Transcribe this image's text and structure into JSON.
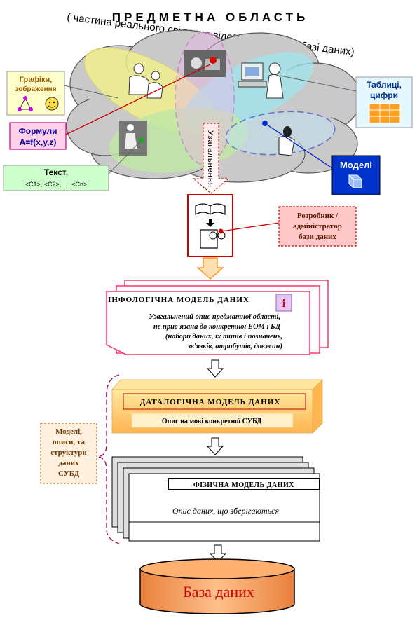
{
  "domain_title": "ПРЕДМЕТНА   ОБЛАСТЬ",
  "domain_subtitle": "( частина реального світу, що відображається в базі даних)",
  "side_labels": {
    "graphics": [
      "Графіки,",
      "зображення"
    ],
    "formulas": [
      "Формули",
      "A=f(x,y,z)"
    ],
    "text": [
      "Текст,",
      "<C1>, <C2>,... , <Cn>"
    ],
    "tables": [
      "Таблиці,",
      "цифри"
    ],
    "models": "Моделі"
  },
  "generalization": "Узагальнення",
  "developer": [
    "Розробник  /",
    "адміністратор",
    "бази даних"
  ],
  "infological": {
    "title": "ІНФОЛОГІЧНА   МОДЕЛЬ   ДАНИХ",
    "badge": "і",
    "lines": [
      "Узагальнений опис предматної області,",
      "не прив'язана до конкретної ЕОМ і БД",
      "(набори даних, їх типів і позначень,",
      "зв'язків, атрибутів, довжин)"
    ]
  },
  "datalogical": {
    "title": "ДАТАЛОГІЧНА  МОДЕЛЬ  ДАНИХ",
    "desc": "Опис на мові конкретної  СУБД"
  },
  "dbms_note": [
    "Моделі,",
    "описи, та",
    "структури",
    "даних",
    "СУБД"
  ],
  "physical": {
    "title": "ФІЗИЧНА   МОДЕЛЬ   ДАНИХ",
    "desc": "Опис  даних,  що  зберігаються"
  },
  "database": "База даних",
  "colors": {
    "cloud": "#c8c8c8",
    "lens_yellow": "#f3f38a",
    "lens_cyan": "#9ee6ec",
    "lens_green": "#bfe7a6",
    "lens_purple": "#e9b9ea",
    "note_yellow": "#ffffcc",
    "note_pink": "#ffd0e8",
    "note_green": "#ccffcc",
    "note_cyan": "#e6f8ff",
    "note_blue": "#0033cc",
    "developer_box": "#ffc8c8",
    "db_fill": "#f0a05a",
    "db_text": "#d00000",
    "data_yellow": "#fff0a0",
    "data_orange": "#ffc060"
  }
}
